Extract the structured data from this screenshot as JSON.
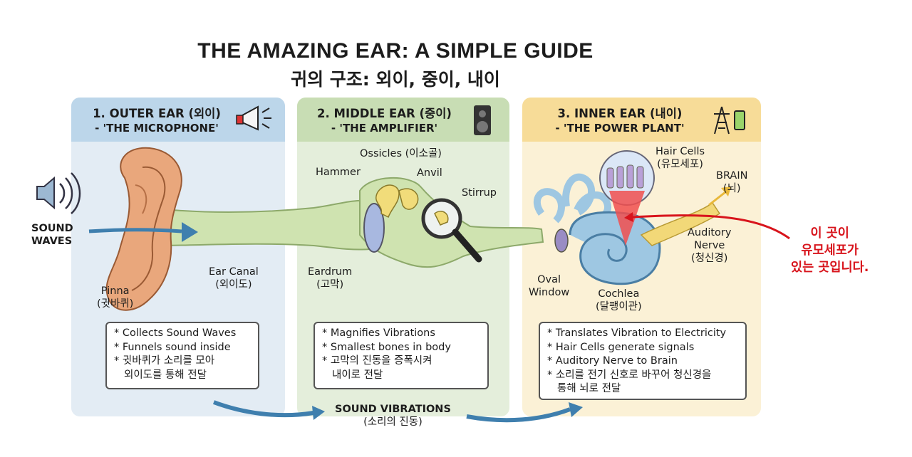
{
  "title": "THE AMAZING EAR: A SIMPLE GUIDE",
  "subtitle": "귀의 구조: 외이, 중이, 내이",
  "panels": [
    {
      "heading": "1. OUTER EAR (외이)",
      "nickname": "- 'THE MICROPHONE'",
      "icon": "megaphone-icon",
      "bullets": [
        "* Collects Sound Waves",
        "* Funnels sound inside",
        "* 귓바퀴가 소리를 모아",
        "외이도를 통해 전달"
      ]
    },
    {
      "heading": "2. MIDDLE EAR (중이)",
      "nickname": "- 'THE AMPLIFIER'",
      "icon": "speaker-icon",
      "bullets": [
        "* Magnifies Vibrations",
        "* Smallest bones in body",
        "* 고막의 진동을 증폭시켜",
        "내이로 전달"
      ]
    },
    {
      "heading": "3. INNER EAR (내이)",
      "nickname": "- 'THE POWER PLANT'",
      "icon": "power-tower-icon",
      "bullets": [
        "* Translates Vibration to Electricity",
        "* Hair Cells generate signals",
        "* Auditory Nerve to Brain",
        "* 소리를 전기 신호로 바꾸어 청신경을",
        "통해 뇌로 전달"
      ]
    }
  ],
  "labels": {
    "sound_waves": [
      "SOUND",
      "WAVES"
    ],
    "pinna": [
      "Pinna",
      "(귓바퀴)"
    ],
    "ear_canal": [
      "Ear Canal",
      "(외이도)"
    ],
    "ossicles": "Ossicles (이소골)",
    "hammer": "Hammer",
    "anvil": "Anvil",
    "stirrup": "Stirrup",
    "eardrum": [
      "Eardrum",
      "(고막)"
    ],
    "hair_cells": [
      "Hair Cells",
      "(유모세포)"
    ],
    "brain": [
      "BRAIN",
      "(뇌)"
    ],
    "auditory_nerve": [
      "Auditory",
      "Nerve",
      "(청신경)"
    ],
    "oval_window": [
      "Oval",
      "Window"
    ],
    "cochlea": [
      "Cochlea",
      "(달팽이관)"
    ],
    "sound_vibrations": [
      "SOUND VIBRATIONS",
      "(소리의 진동)"
    ]
  },
  "annotation": {
    "lines": [
      "이 곳이",
      "유모세포가",
      "있는 곳입니다."
    ],
    "color": "#d8141c"
  },
  "colors": {
    "outer_bg": "#e3ecf4",
    "middle_bg": "#e4eedb",
    "inner_bg": "#fbf1d6",
    "canal": "#cfe3b0",
    "skin": "#e9a77c",
    "cochlea": "#9ec7e2"
  }
}
